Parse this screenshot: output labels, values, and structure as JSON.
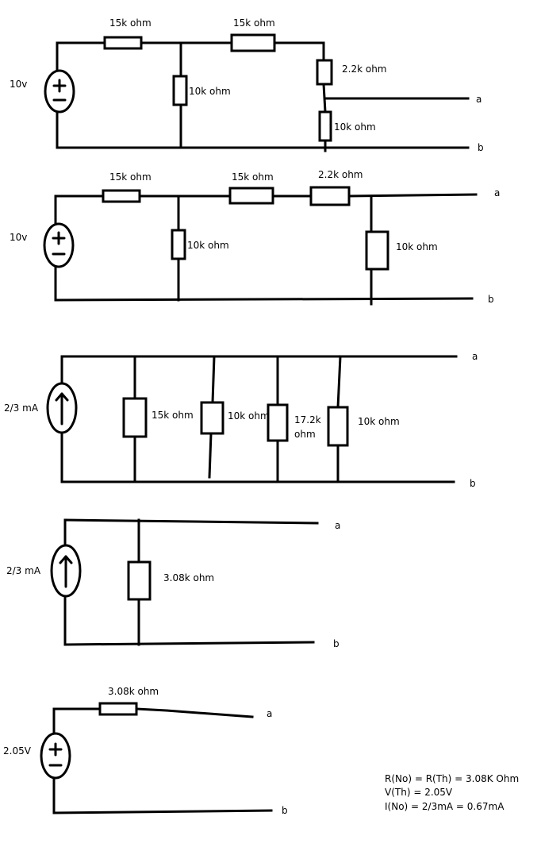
{
  "circuit1": {
    "source": "10v",
    "r_series_1": "15k ohm",
    "r_series_2": "15k ohm",
    "r_shunt_1": "10k ohm",
    "r_upper": "2.2k ohm",
    "r_lower": "10k ohm",
    "node_a": "a",
    "node_b": "b"
  },
  "circuit2": {
    "source": "10v",
    "r_series_1": "15k ohm",
    "r_series_2": "15k ohm",
    "r_series_3": "2.2k ohm",
    "r_shunt_1": "10k ohm",
    "r_shunt_2": "10k ohm",
    "node_a": "a",
    "node_b": "b"
  },
  "circuit3": {
    "source": "2/3 mA",
    "r_1": "15k ohm",
    "r_2": "10k ohm",
    "r_3_line1": "17.2k",
    "r_3_line2": "ohm",
    "r_4": "10k ohm",
    "node_a": "a",
    "node_b": "b"
  },
  "circuit4": {
    "source": "2/3 mA",
    "r_1": "3.08k ohm",
    "node_a": "a",
    "node_b": "b"
  },
  "circuit5": {
    "source": "2.05V",
    "r_1": "3.08k ohm",
    "node_a": "a",
    "node_b": "b"
  },
  "results": {
    "line1": "R(No) = R(Th) = 3.08K Ohm",
    "line2": "V(Th) = 2.05V",
    "line3": "I(No) = 2/3mA = 0.67mA"
  }
}
